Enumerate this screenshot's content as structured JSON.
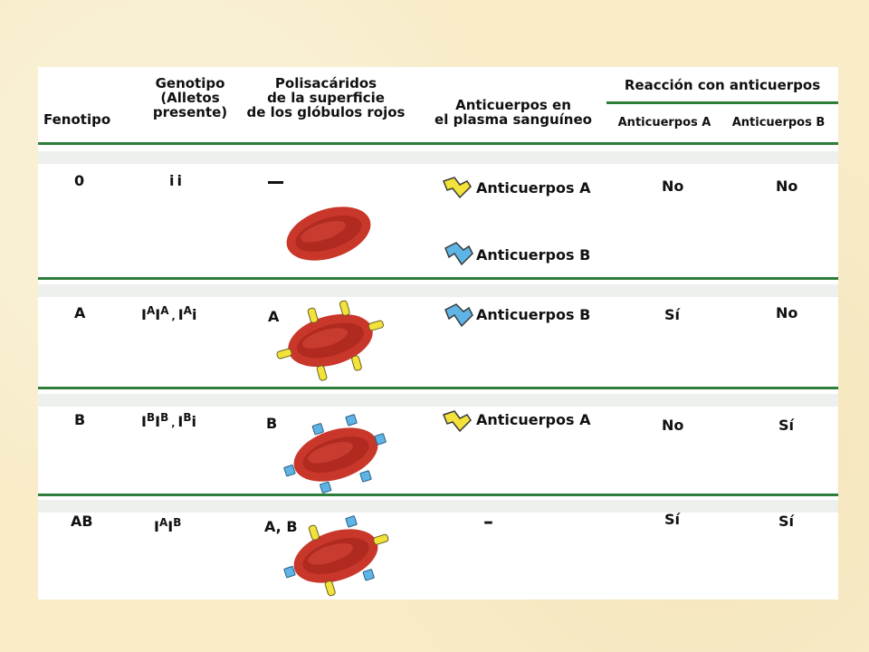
{
  "headers": {
    "fenotipo": "Fenotipo",
    "genotipo": [
      "Genotipo",
      "(Alletos",
      "presente)"
    ],
    "polisacaridos": [
      "Polisacáridos",
      "de la superficie",
      "de los glóbulos rojos"
    ],
    "anticuerpos_plasma": [
      "Anticuerpos en",
      "el plasma sanguíneo"
    ],
    "reaccion": "Reacción con anticuerpos",
    "anticuerpos_a": "Anticuerpos A",
    "anticuerpos_b": "Anticuerpos B"
  },
  "rows": [
    {
      "fenotipo": "0",
      "genotipo": "ii",
      "polisacarido": "–",
      "antibodies": [
        "Anticuerpos A",
        "Anticuerpos B"
      ],
      "reaccion_a": "No",
      "reaccion_b": "No"
    },
    {
      "fenotipo": "A",
      "genotipo": {
        "g1a": "I",
        "g1b": "A",
        "g1c": "I",
        "g1d": "A",
        "sep": ",",
        "g2a": "I",
        "g2b": "A",
        "g2c": "i"
      },
      "polisacarido": "A",
      "antibodies": [
        "Anticuerpos B"
      ],
      "reaccion_a": "Sí",
      "reaccion_b": "No"
    },
    {
      "fenotipo": "B",
      "genotipo": {
        "g1a": "I",
        "g1b": "B",
        "g1c": "I",
        "g1d": "B",
        "sep": ",",
        "g2a": "I",
        "g2b": "B",
        "g2c": "i"
      },
      "polisacarido": "B",
      "antibodies": [
        "Anticuerpos A"
      ],
      "reaccion_a": "No",
      "reaccion_b": "Sí"
    },
    {
      "fenotipo": "AB",
      "genotipo": {
        "g1a": "I",
        "g1b": "A",
        "g1c": "I",
        "g1d": "B"
      },
      "polisacarido": "A, B",
      "antibodies": [
        "–"
      ],
      "reaccion_a": "Sí",
      "reaccion_b": "Sí"
    }
  ],
  "colors": {
    "divider": "#2f7d3a",
    "cell": "#c8372a",
    "antigen_a": "#f2e23a",
    "antigen_b": "#5eb4e6"
  },
  "icons": {
    "antibody_a": "yellow-antibody-icon",
    "antibody_b": "blue-antibody-icon",
    "cell": "red-blood-cell-icon"
  }
}
